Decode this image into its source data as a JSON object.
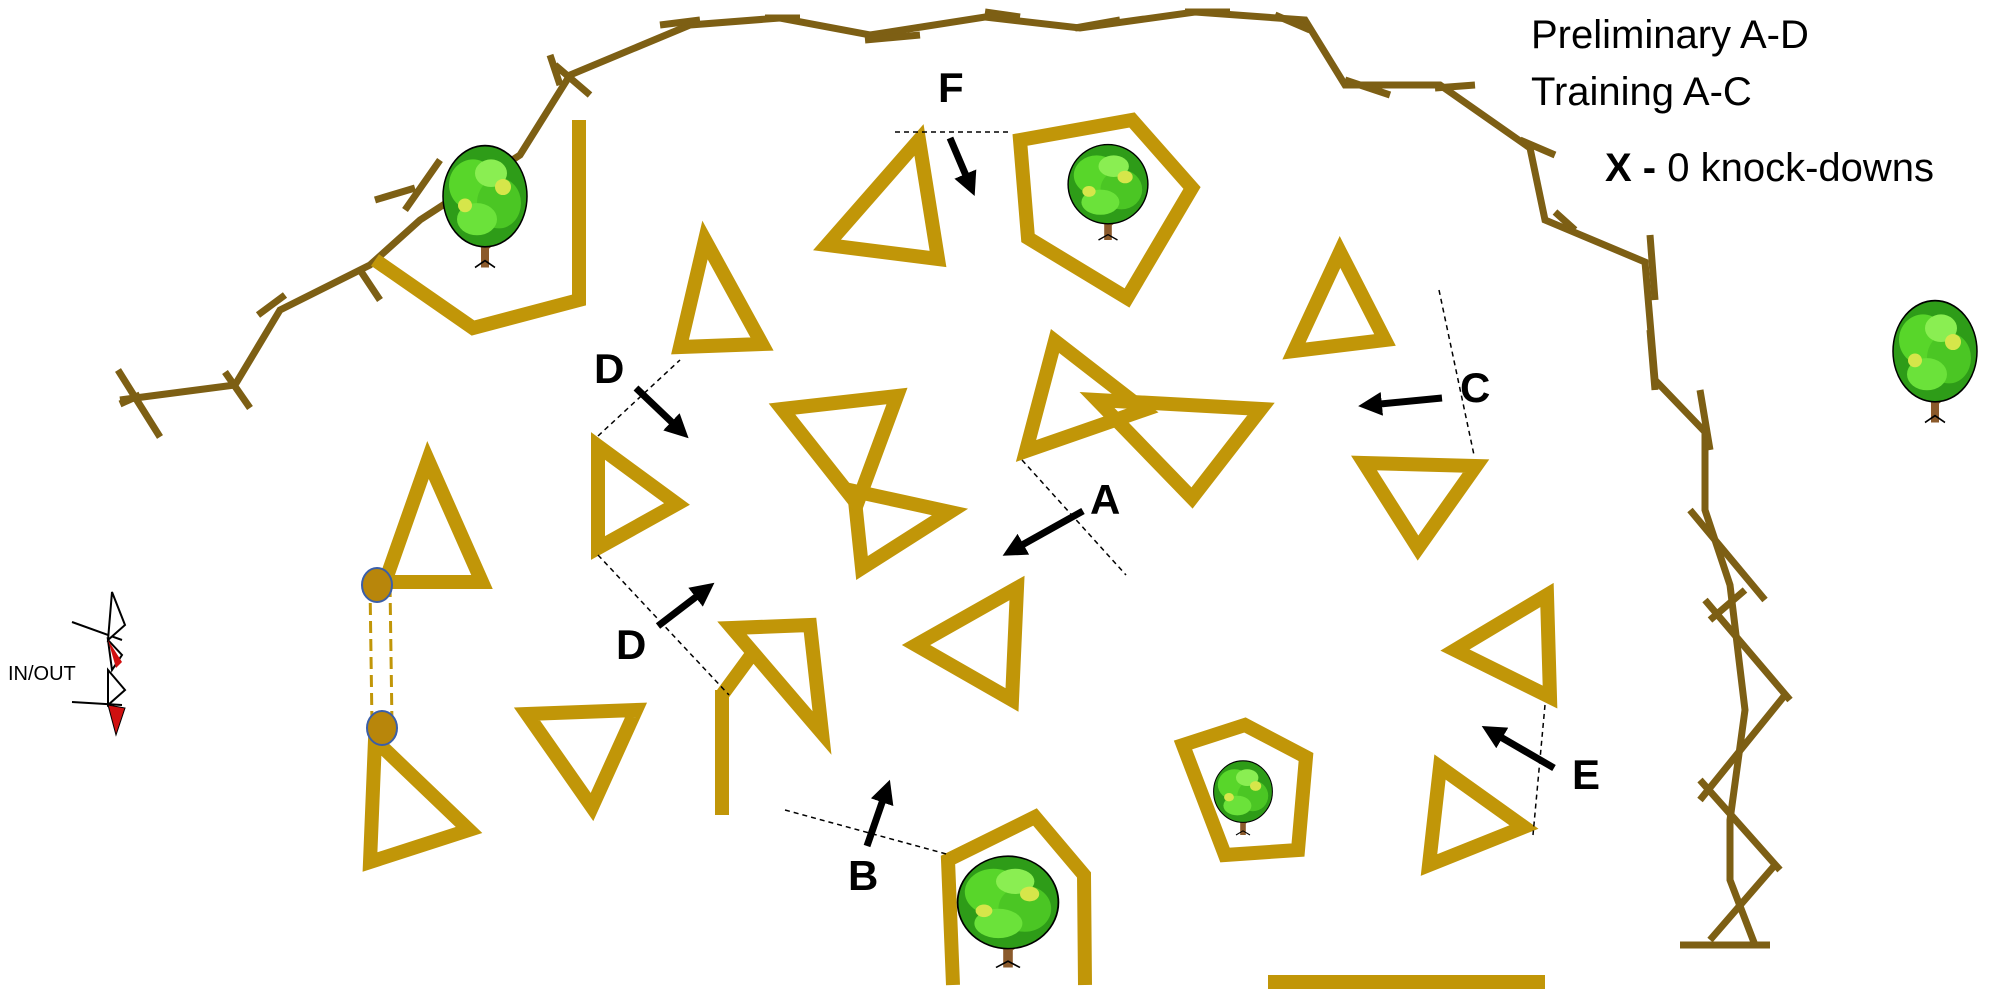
{
  "legend": {
    "line1": "Preliminary A-D",
    "line2": "Training A-C",
    "key_symbol": "X",
    "key_separator": " - ",
    "key_text": "0 knock-downs"
  },
  "start_label": "IN/OUT",
  "gates": [
    "F",
    "D",
    "C",
    "A",
    "D",
    "B",
    "E"
  ],
  "colors": {
    "fence": "#7d5f14",
    "jump": "#c19608",
    "tree_foliage": "#3fbf1f",
    "tree_trunk": "#8b5a2b",
    "flag": "#d01010"
  },
  "icons": [
    "tree-icon",
    "arrow-icon",
    "flag-icon"
  ]
}
